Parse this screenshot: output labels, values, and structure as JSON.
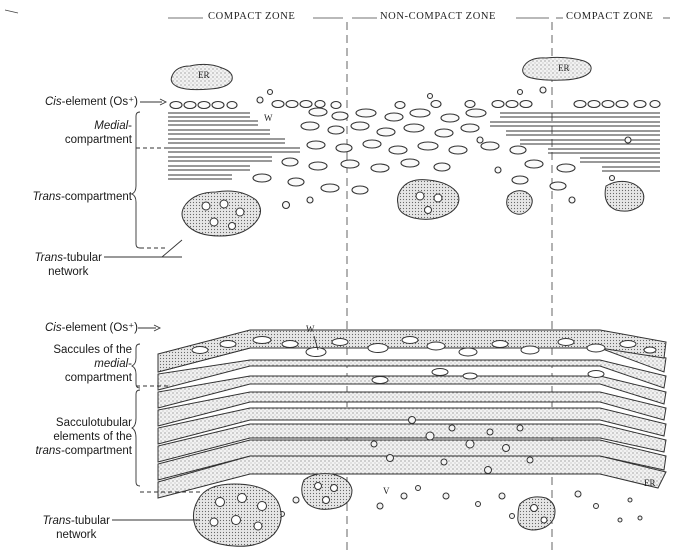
{
  "zones": {
    "left": "COMPACT ZONE",
    "middle": "NON-COMPACT ZONE",
    "right": "COMPACT ZONE"
  },
  "top_panel": {
    "cis_italic": "Cis",
    "cis_rest": "-element (Os⁺)",
    "medial_italic": "Medial",
    "medial_rest": "-",
    "medial_line2": "compartment",
    "trans_italic": "Trans",
    "trans_rest": "-compartment",
    "tubular_italic": "Trans",
    "tubular_rest": "-tubular",
    "tubular_line2": "network",
    "er_left": "ER",
    "er_right": "ER",
    "w": "W"
  },
  "bottom_panel": {
    "cis_italic": "Cis",
    "cis_rest": "-element (Os⁺)",
    "saccules_line1": "Saccules of the",
    "saccules_italic": "medial",
    "saccules_rest": "-",
    "saccules_line3": "compartment",
    "sacculo_line1": "Sacculotubular",
    "sacculo_line2": "elements of the",
    "sacculo_italic": "trans",
    "sacculo_rest": "-compartment",
    "tubular_italic": "Trans",
    "tubular_rest": "-tubular",
    "tubular_line2": "network",
    "w": "W",
    "v": "V",
    "er": "ER"
  }
}
